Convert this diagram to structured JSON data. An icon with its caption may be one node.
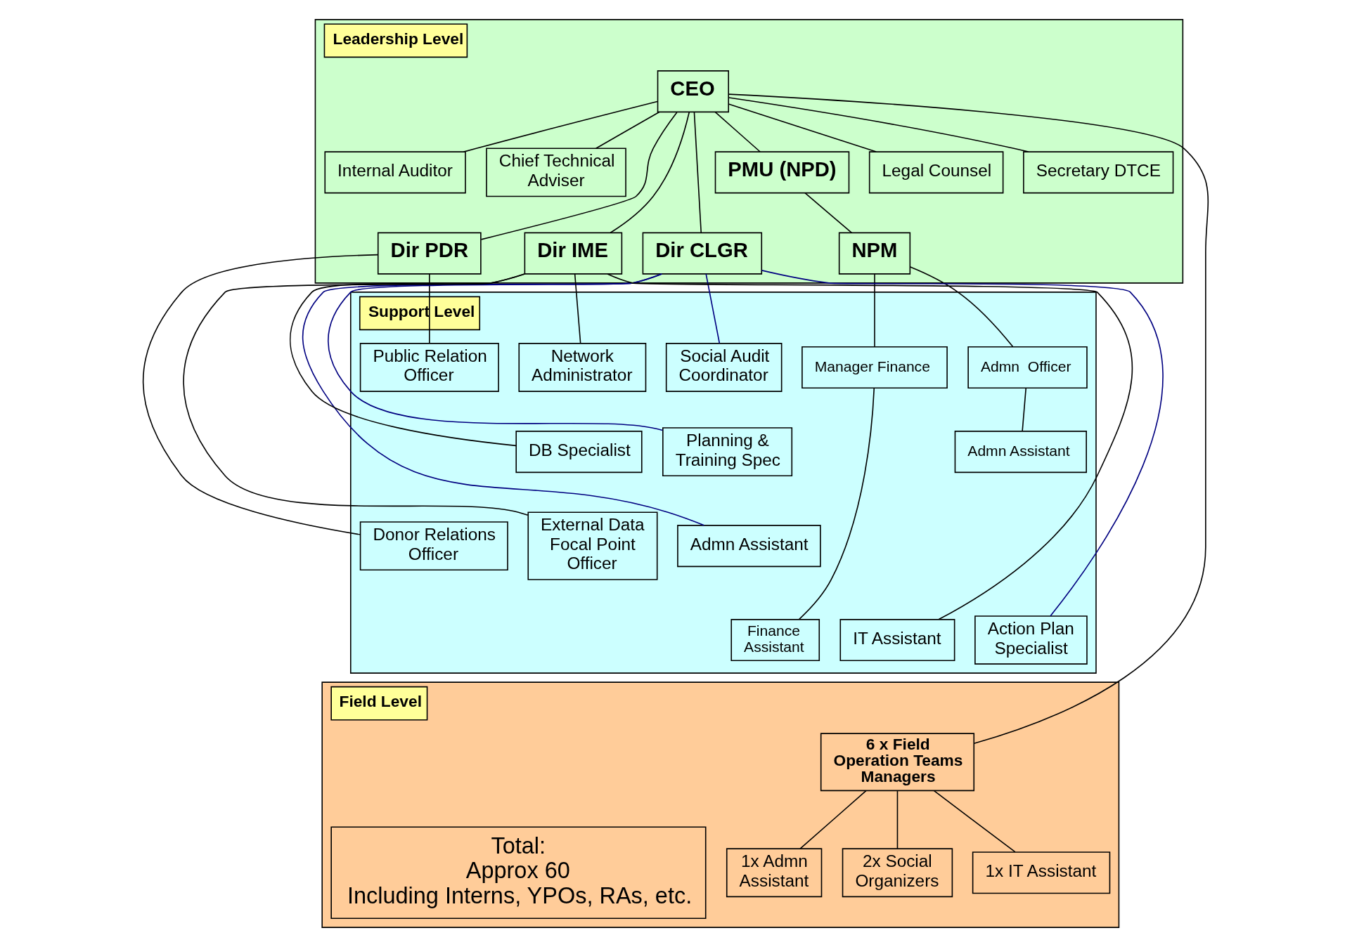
{
  "diagram": {
    "nodes": [
      {
        "text": [
          "Leadership Level"
        ]
      },
      {
        "text": [
          "CEO"
        ],
        "in": 0
      },
      {
        "text": [
          "PMU (NPD)"
        ],
        "in": 0
      },
      {
        "text": [
          "Legal Counsel"
        ],
        "in": 0
      },
      {
        "text": [
          "Secretary DTCE"
        ],
        "in": 0
      },
      {
        "text": [
          "Internal Auditor"
        ],
        "in": 0
      },
      {
        "text": [
          "Chief Technical Adviser"
        ],
        "in": 0
      },
      {
        "text": [
          "NPM"
        ],
        "in": 0
      },
      {
        "text": [
          "Dir PDR"
        ],
        "in": 0
      },
      {
        "text": [
          "Dir CLGR"
        ],
        "in": 0
      },
      {
        "text": [
          "Dir IME"
        ],
        "in": 0
      },
      {
        "text": [
          "Support Level"
        ]
      },
      {
        "text": [
          "Admn  Officer"
        ],
        "in": 11
      },
      {
        "text": [
          "Manager Finance"
        ],
        "in": 11
      },
      {
        "text": [
          "Admn Assistant"
        ],
        "in": 11
      },
      {
        "text": [
          "Finance Assistant"
        ],
        "in": 11
      },
      {
        "text": [
          "Donor Relations Officer"
        ],
        "in": 11
      },
      {
        "text": [
          "Public Relation Officer"
        ],
        "in": 11
      },
      {
        "text": [
          "Social Audit Coordinator"
        ],
        "in": 11
      },
      {
        "text": [
          "Planning & Training Spec"
        ],
        "in": 11
      },
      {
        "text": [
          "Admn Assistant"
        ],
        "in": 11
      },
      {
        "text": [
          "Action Plan Specialist"
        ],
        "in": 11
      },
      {
        "text": [
          "Network Administrator"
        ],
        "in": 11
      },
      {
        "text": [
          "DB Specialist"
        ],
        "in": 11
      },
      {
        "text": [
          "External Data Focal Point Officer"
        ],
        "in": 11
      },
      {
        "text": [
          "IT Assistant"
        ],
        "in": 11
      },
      {
        "text": [
          "Field Level"
        ]
      },
      {
        "text": [
          "6 x Field Operation Teams Managers"
        ],
        "in": 26
      },
      {
        "text": [
          "2x Social Organizers"
        ],
        "in": 26
      },
      {
        "text": [
          "1x IT Assistant"
        ],
        "in": 26
      },
      {
        "text": [
          "1x Admn Assistant"
        ],
        "in": 26
      },
      {
        "text": [
          "Total:",
          "Approx 60",
          "Including Interns, YPOs, RAs, etc."
        ],
        "in": 26
      }
    ],
    "edges": [
      {
        "from": 1,
        "to": 2,
        "arrow": "none"
      },
      {
        "from": 1,
        "to": 3,
        "arrow": "none"
      },
      {
        "from": 1,
        "to": 4,
        "arrow": "none"
      },
      {
        "from": 1,
        "to": 5,
        "arrow": "none"
      },
      {
        "from": 1,
        "to": 6,
        "arrow": "none"
      },
      {
        "from": 2,
        "to": 7,
        "arrow": "none"
      },
      {
        "from": 1,
        "to": 8,
        "arrow": "none"
      },
      {
        "from": 1,
        "to": 9,
        "arrow": "none"
      },
      {
        "from": 1,
        "to": 10,
        "arrow": "none"
      },
      {
        "from": 7,
        "to": 12,
        "arrow": "none"
      },
      {
        "from": 7,
        "to": 13,
        "arrow": "none"
      },
      {
        "from": 12,
        "to": 14,
        "arrow": "none"
      },
      {
        "from": 13,
        "to": 15,
        "arrow": "none"
      },
      {
        "from": 8,
        "to": 16,
        "arrow": "none"
      },
      {
        "from": 8,
        "to": 17,
        "arrow": "none"
      },
      {
        "from": 9,
        "to": 18,
        "arrow": "none",
        "color": "#000080"
      },
      {
        "from": 9,
        "to": 19,
        "arrow": "none",
        "color": "#000080"
      },
      {
        "from": 9,
        "to": 20,
        "arrow": "none",
        "color": "#000080"
      },
      {
        "from": 9,
        "to": 21,
        "arrow": "none",
        "color": "#000080"
      },
      {
        "from": 10,
        "to": 22,
        "arrow": "none"
      },
      {
        "from": 10,
        "to": 23,
        "arrow": "none"
      },
      {
        "from": 10,
        "to": 24,
        "arrow": "none"
      },
      {
        "from": 10,
        "to": 25,
        "arrow": "none"
      },
      {
        "from": 1,
        "to": 27,
        "arrow": "none"
      },
      {
        "from": 27,
        "to": 28,
        "arrow": "none"
      },
      {
        "from": 27,
        "to": 29,
        "arrow": "none"
      },
      {
        "from": 27,
        "to": 30,
        "arrow": "none"
      }
    ]
  }
}
